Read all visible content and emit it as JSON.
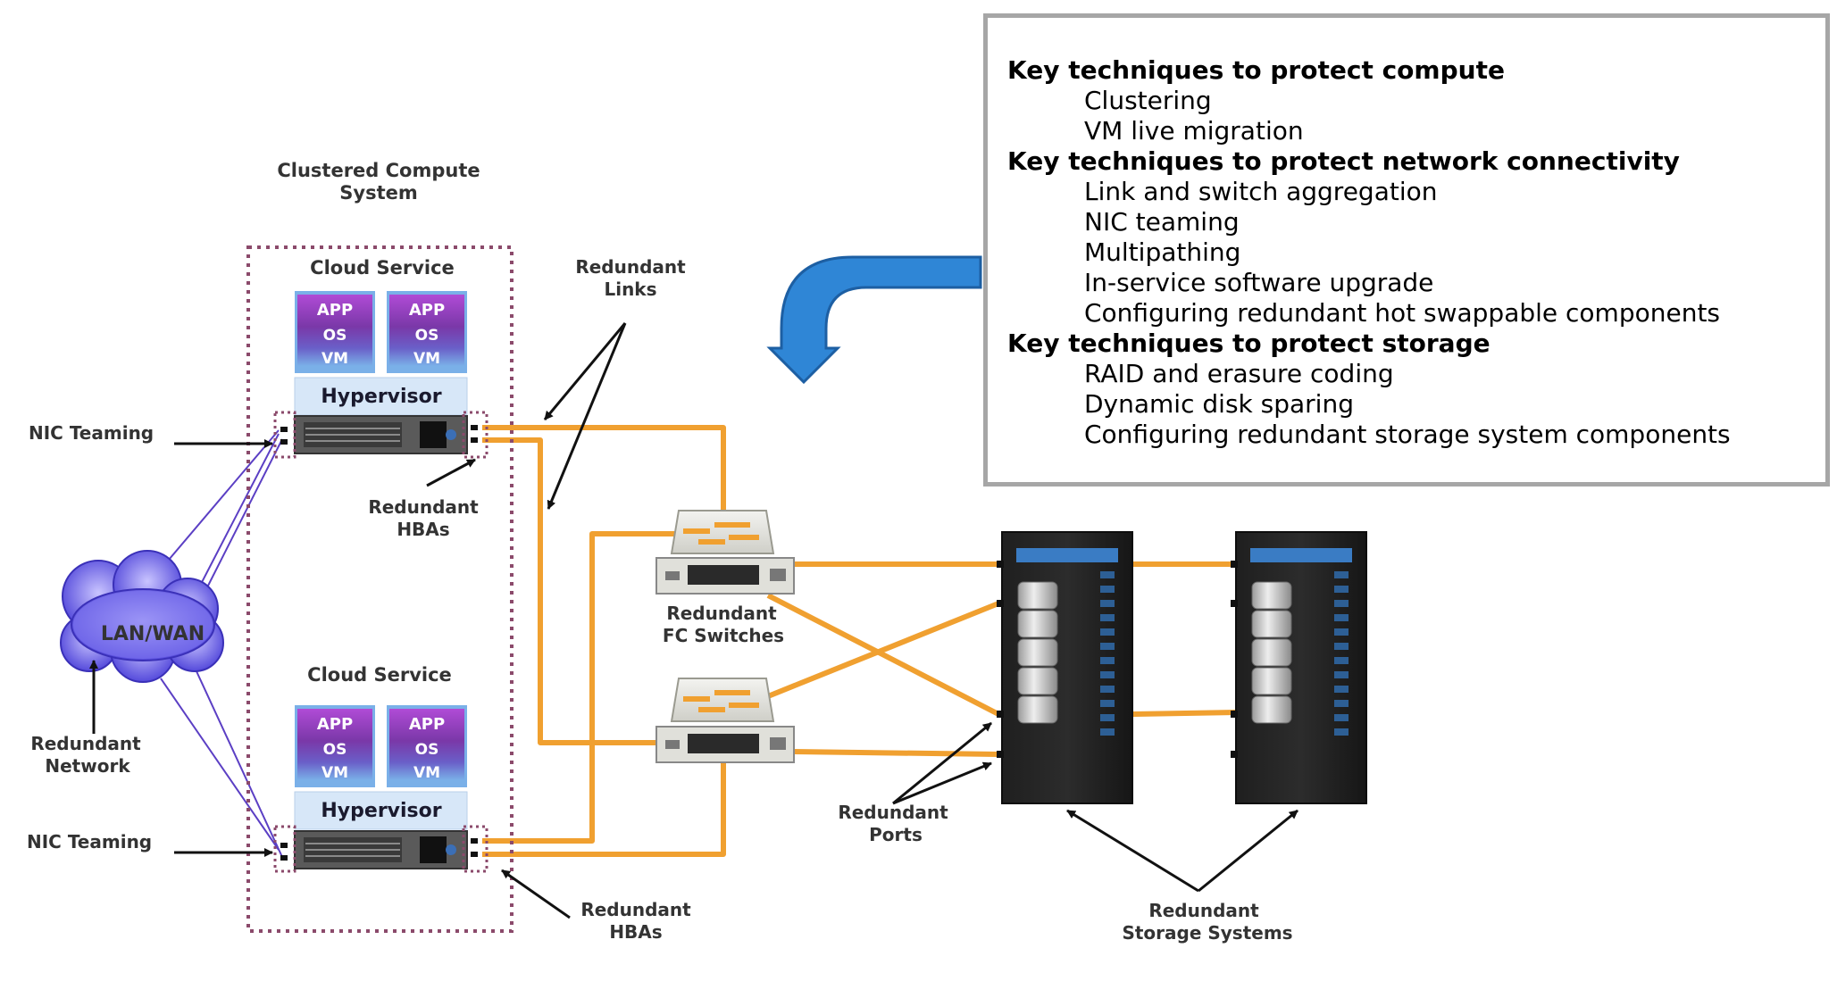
{
  "labels": {
    "clustered_line1": "Clustered Compute",
    "clustered_line2": "System",
    "cloud_service_top": "Cloud Service",
    "cloud_service_bottom": "Cloud Service",
    "redundant_links_line1": "Redundant",
    "redundant_links_line2": "Links",
    "nic_teaming_top": "NIC Teaming",
    "nic_teaming_bottom": "NIC Teaming",
    "hbas_top_line1": "Redundant",
    "hbas_top_line2": "HBAs",
    "hbas_bottom_line1": "Redundant",
    "hbas_bottom_line2": "HBAs",
    "lan_wan": "LAN/WAN",
    "redundant_network_line1": "Redundant",
    "redundant_network_line2": "Network",
    "fc_switches_line1": "Redundant",
    "fc_switches_line2": "FC Switches",
    "ports_line1": "Redundant",
    "ports_line2": "Ports",
    "storage_line1": "Redundant",
    "storage_line2": "Storage Systems",
    "hypervisor": "Hypervisor",
    "vm_app": "APP",
    "vm_os": "OS",
    "vm_vm": "VM"
  },
  "info_box": {
    "sections": [
      {
        "heading": "Key techniques to protect compute",
        "items": [
          "Clustering",
          "VM live migration"
        ]
      },
      {
        "heading": "Key techniques to protect network connectivity",
        "items": [
          "Link and switch aggregation",
          "NIC teaming",
          "Multipathing",
          "In-service software upgrade",
          "Configuring redundant hot swappable components"
        ]
      },
      {
        "heading": "Key techniques to protect storage",
        "items": [
          "RAID and erasure coding",
          "Dynamic disk sparing",
          "Configuring redundant storage system components"
        ]
      }
    ]
  },
  "colors": {
    "fc_link": "#f0a030",
    "lan_link": "#5b3fc4",
    "cluster_border": "#8b4a6b",
    "vm_top": "#b04bd6",
    "vm_os": "#6a2c8e",
    "vm_bottom": "#7ab0e8",
    "hypervisor_fill": "#d7e7f8",
    "callout_arrow": "#2f86d6"
  }
}
